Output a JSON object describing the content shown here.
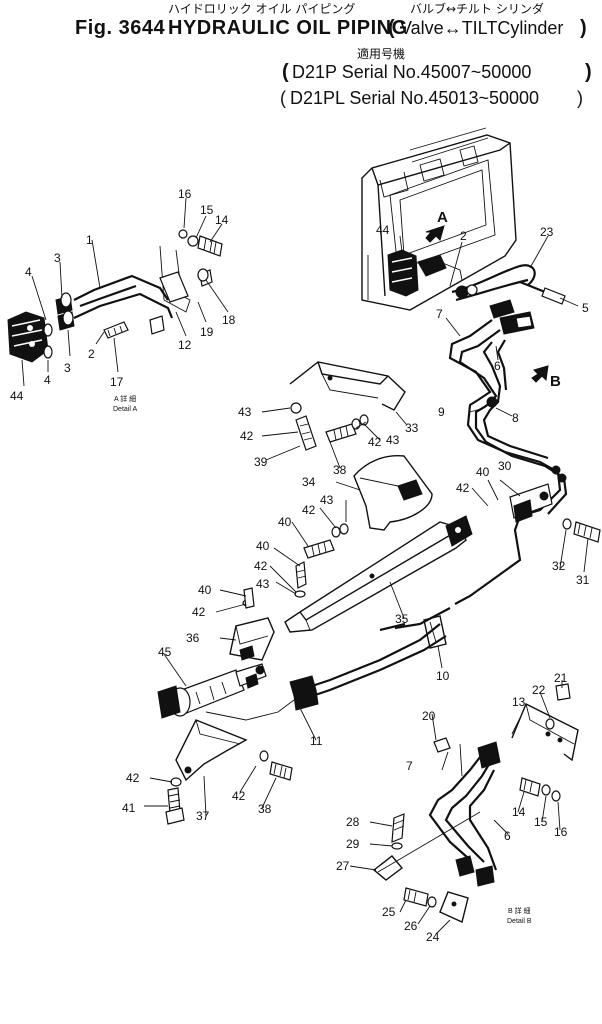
{
  "title": {
    "line1_prefix": "Fig. 3644",
    "line1_main": "HYDRAULIC OIL PIPING",
    "line1_jp": "ハイドロリック オイル パイピング",
    "line1_paren_jp": "バルブ↔チルト シリンダ",
    "line1_paren": "Valve↔TILTCylinder",
    "jp_applicable": "適用号機",
    "serial_1": "D21P Serial No.45007~50000",
    "serial_2": "D21PL Serial No.45013~50000"
  },
  "detail_labels": {
    "detail_a_jp": "A 詳 細",
    "detail_a": "Detail A",
    "detail_b_jp": "B 詳 細",
    "detail_b": "Detail B",
    "arrow_a": "A",
    "arrow_b": "B"
  },
  "callouts": {
    "c1": "1",
    "c2a": "2",
    "c2b": "2",
    "c3a": "3",
    "c3b": "3",
    "c4a": "4",
    "c4b": "4",
    "c5": "5",
    "c6a": "6",
    "c6b": "6",
    "c7a": "7",
    "c7b": "7",
    "c8": "8",
    "c9": "9",
    "c10": "10",
    "c11": "11",
    "c12": "12",
    "c13": "13",
    "c14a": "14",
    "c14b": "14",
    "c15a": "15",
    "c15b": "15",
    "c16a": "16",
    "c16b": "16",
    "c17": "17",
    "c18": "18",
    "c19": "19",
    "c20": "20",
    "c21": "21",
    "c22": "22",
    "c23": "23",
    "c24": "24",
    "c25": "25",
    "c26": "26",
    "c27": "27",
    "c28": "28",
    "c29": "29",
    "c30": "30",
    "c31": "31",
    "c32": "32",
    "c33": "33",
    "c34": "34",
    "c35": "35",
    "c36": "36",
    "c37": "37",
    "c38a": "38",
    "c38b": "38",
    "c39": "39",
    "c40a": "40",
    "c40b": "40",
    "c40c": "40",
    "c40d": "40",
    "c41": "41",
    "c42a": "42",
    "c42b": "42",
    "c42c": "42",
    "c42d": "42",
    "c42e": "42",
    "c42f": "42",
    "c42g": "42",
    "c43a": "43",
    "c43b": "43",
    "c43c": "43",
    "c43d": "43",
    "c44a": "44",
    "c44b": "44",
    "c45": "45"
  }
}
